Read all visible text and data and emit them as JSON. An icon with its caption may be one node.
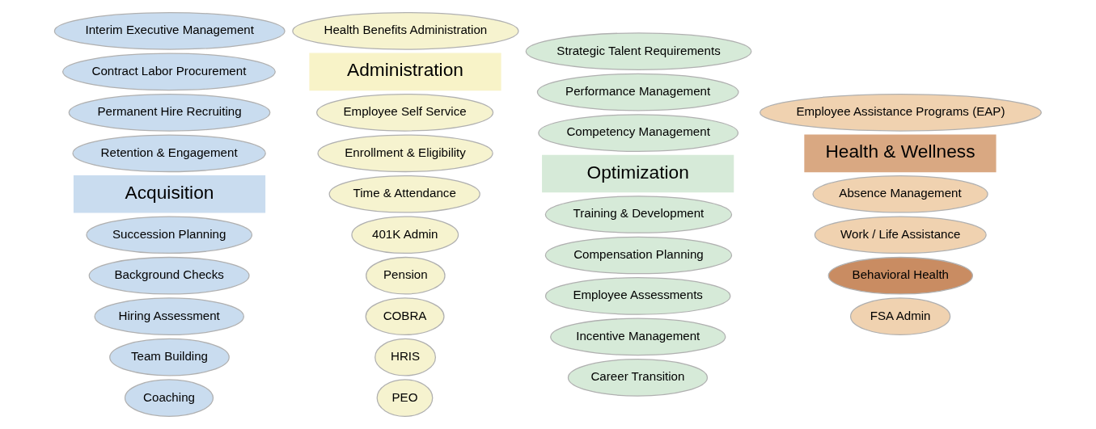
{
  "diagram": {
    "nodes": [
      {
        "text": [
          "Permanent Hire Recruiting"
        ]
      },
      {
        "text": [
          "Hiring Assessment"
        ]
      },
      {
        "text": [
          "Interim Executive Management"
        ]
      },
      {
        "text": [
          "Background Checks"
        ]
      },
      {
        "text": [
          "Succession Planning"
        ]
      },
      {
        "text": [
          "Contract Labor Procurement"
        ]
      },
      {
        "text": [
          "Coaching"
        ]
      },
      {
        "text": [
          "Retention & Engagement"
        ]
      },
      {
        "text": [
          "Team Building"
        ]
      },
      {
        "text": [
          "Strategic Talent Requirements"
        ]
      },
      {
        "text": [
          "Employee Assessments"
        ]
      },
      {
        "text": [
          "Competency Management"
        ]
      },
      {
        "text": [
          "Career Transition"
        ]
      },
      {
        "text": [
          "Training & Development"
        ]
      },
      {
        "text": [
          "Compensation Planning"
        ]
      },
      {
        "text": [
          "Performance Management"
        ]
      },
      {
        "text": [
          "Incentive Management"
        ]
      },
      {
        "text": [
          "HRIS"
        ]
      },
      {
        "text": [
          "Employee Self Service"
        ]
      },
      {
        "text": [
          "Health Benefits Administration"
        ]
      },
      {
        "text": [
          "COBRA"
        ]
      },
      {
        "text": [
          "Enrollment & Eligibility"
        ]
      },
      {
        "text": [
          "PEO"
        ]
      },
      {
        "text": [
          "Time & Attendance"
        ]
      },
      {
        "text": [
          "Pension"
        ]
      },
      {
        "text": [
          "401K Admin"
        ]
      },
      {
        "text": [
          "Employee Assistance Programs (EAP)"
        ]
      },
      {
        "text": [
          "Work / Life Assistance"
        ]
      },
      {
        "text": [
          "FSA Admin"
        ]
      },
      {
        "text": [
          "Behavioral Health"
        ]
      },
      {
        "text": [
          "Absence Management"
        ]
      }
    ],
    "labels": [
      "Acquisition",
      "Optimization",
      "Administration",
      "Health & Wellness"
    ]
  }
}
